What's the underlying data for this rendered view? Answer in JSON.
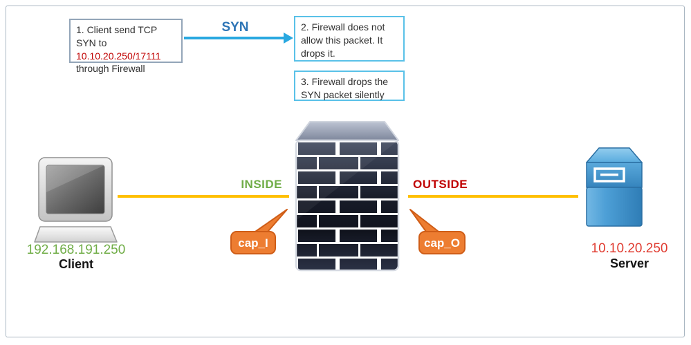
{
  "diagram": {
    "steps": {
      "step1_prefix": "1. Client send TCP SYN to ",
      "step1_highlight": "10.10.20.250/17111",
      "step1_suffix": " through Firewall",
      "step2": "2. Firewall does not allow this packet. It drops it.",
      "step3": "3. Firewall drops the SYN packet silently"
    },
    "packet_label": "SYN",
    "links": {
      "inside_label": "INSIDE",
      "outside_label": "OUTSIDE"
    },
    "captures": {
      "inside": "cap_I",
      "outside": "cap_O"
    },
    "client": {
      "ip": "192.168.191.250",
      "label": "Client"
    },
    "server": {
      "ip": "10.10.20.250",
      "label": "Server"
    },
    "colors": {
      "syn_arrow_blue": "#29a8e0",
      "syn_text_blue": "#2e75b6",
      "link_line_yellow": "#ffc000",
      "inside_green": "#70ad47",
      "outside_red": "#c00000",
      "callout_orange": "#ed7d31",
      "client_ip_green": "#70ad47",
      "server_ip_red": "#e03c31",
      "step1_highlight_red": "#c00000"
    }
  }
}
